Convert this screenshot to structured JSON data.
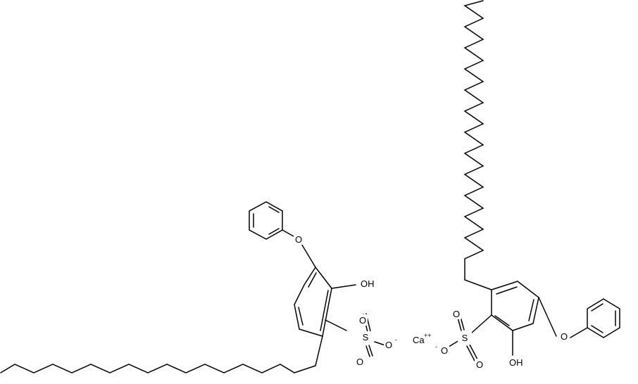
{
  "molecule": {
    "left_anion": {
      "hydroxyl": "OH",
      "ether_oxygen": "O",
      "sulfur": "S",
      "sulfonyl_oxygen_upper": "O",
      "sulfonyl_oxygen_lower": "O",
      "sulfonate_oxygen": "O",
      "sulfonate_charge": "-"
    },
    "right_anion": {
      "hydroxyl": "OH",
      "ether_oxygen": "O",
      "sulfur": "S",
      "sulfonyl_oxygen_upper": "O",
      "sulfonyl_oxygen_lower": "O",
      "sulfonate_oxygen": "O",
      "sulfonate_charge": "-"
    },
    "cation": {
      "symbol": "Ca",
      "charge": "++"
    }
  },
  "colors": {
    "bond": "#000000",
    "text": "#000000",
    "background": "#ffffff"
  }
}
